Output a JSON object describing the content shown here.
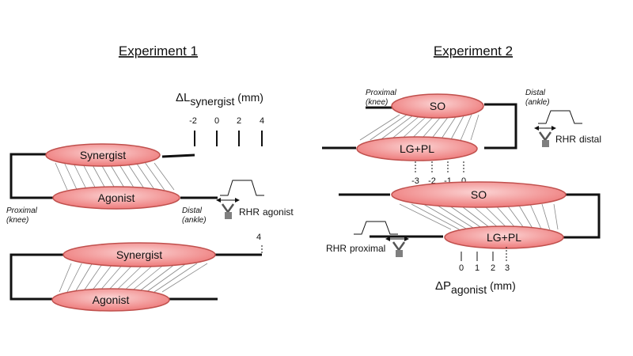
{
  "colors": {
    "muscle_fill": "#f4a0a0",
    "muscle_edge": "#c0504d",
    "tendon": "#111111",
    "fiber": "#888888",
    "device": "#7f7f7f"
  },
  "exp1": {
    "title": "Experiment 1",
    "delta_l_prefix": "ΔL",
    "delta_l_sub": "synergist",
    "delta_l_unit": " (mm)",
    "ticks": [
      "-2",
      "0",
      "2",
      "4"
    ],
    "synergist": "Synergist",
    "agonist": "Agonist",
    "proximal": "Proximal",
    "knee": "(knee)",
    "distal": "Distal",
    "ankle": "(ankle)",
    "rhr_main": "RHR",
    "rhr_sub": "agonist",
    "bottom_tick": "4"
  },
  "exp2": {
    "title": "Experiment 2",
    "proximal": "Proximal",
    "knee": "(knee)",
    "distal": "Distal",
    "ankle": "(ankle)",
    "so": "SO",
    "lgpl": "LG+PL",
    "rhr_distal_main": "RHR",
    "rhr_distal_sub": "distal",
    "ticks_top": [
      "-3",
      "-2",
      "-1",
      "0"
    ],
    "ticks_bottom": [
      "0",
      "1",
      "2",
      "3"
    ],
    "rhr_prox_main": "RHR",
    "rhr_prox_sub": "proximal",
    "delta_p_prefix": "ΔP",
    "delta_p_sub": "agonist",
    "delta_p_unit": " (mm)"
  }
}
